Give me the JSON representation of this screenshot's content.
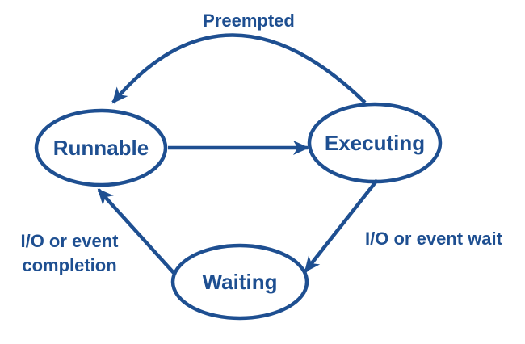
{
  "diagram": {
    "type": "state-transition-diagram",
    "colors": {
      "primary": "#1e4f91",
      "background": "#ffffff"
    },
    "states": [
      {
        "id": "runnable",
        "label": "Runnable"
      },
      {
        "id": "executing",
        "label": "Executing"
      },
      {
        "id": "waiting",
        "label": "Waiting"
      }
    ],
    "transitions": [
      {
        "from": "executing",
        "to": "runnable",
        "label": "Preempted"
      },
      {
        "from": "runnable",
        "to": "executing",
        "label": ""
      },
      {
        "from": "executing",
        "to": "waiting",
        "label": "I/O or event wait"
      },
      {
        "from": "waiting",
        "to": "runnable",
        "label_lines": [
          "I/O or event",
          "completion"
        ]
      }
    ]
  }
}
